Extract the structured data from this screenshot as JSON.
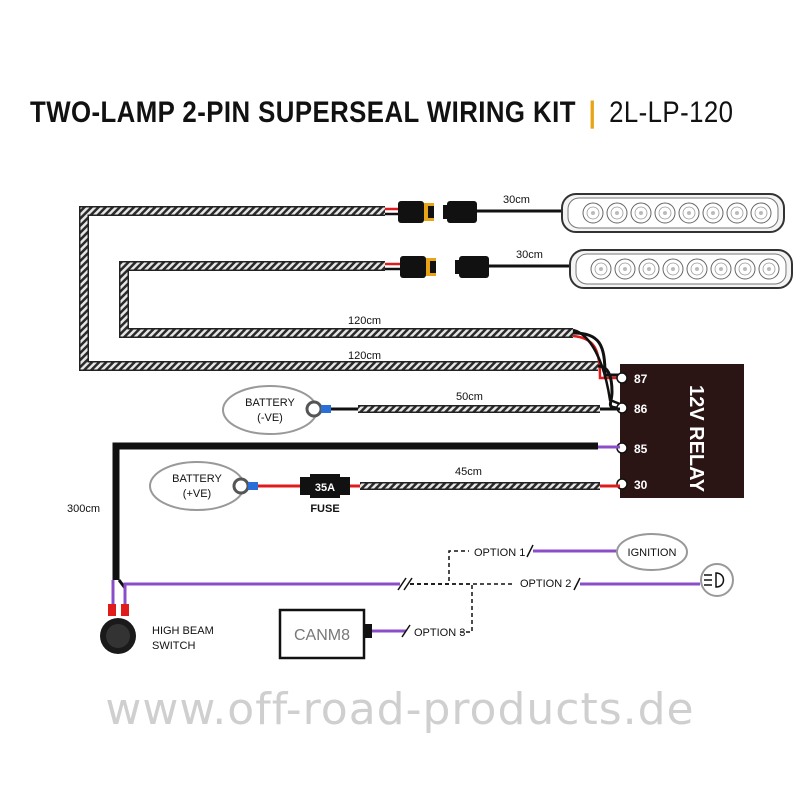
{
  "title": {
    "main": "TWO-LAMP 2-PIN SUPERSEAL WIRING KIT",
    "separator": "|",
    "code": "2L-LP-120"
  },
  "colors": {
    "accent_orange": "#e8a317",
    "wire_red": "#e01b1b",
    "wire_purple": "#8a4fc8",
    "wire_black": "#111111",
    "relay_body": "#2a1414",
    "fuse_blue": "#2a6fd8",
    "watermark": "#cfcfcf"
  },
  "labels": {
    "lamp1_cable": "30cm",
    "lamp2_cable": "30cm",
    "loop_inner": "120cm",
    "loop_outer": "120cm",
    "battery_neg_cable": "50cm",
    "battery_pos_cable": "45cm",
    "switch_cable": "300cm",
    "battery_neg": [
      "BATTERY",
      "(-VE)"
    ],
    "battery_pos": [
      "BATTERY",
      "(+VE)"
    ],
    "fuse_value": "35A",
    "fuse_label": "FUSE",
    "relay": "12V RELAY",
    "pin_87": "87",
    "pin_86": "86",
    "pin_85": "85",
    "pin_30": "30",
    "option1": "OPTION 1",
    "option2": "OPTION 2",
    "option3": "OPTION 3",
    "ignition": "IGNITION",
    "canm8": "CANM8",
    "switch": [
      "HIGH BEAM",
      "SWITCH"
    ]
  },
  "icons": {
    "light_bar": "led-light-bar",
    "high_beam": "high-beam-icon",
    "switch": "rocker-switch-icon",
    "connector": "superseal-connector"
  },
  "watermark": "www.off-road-products.de"
}
